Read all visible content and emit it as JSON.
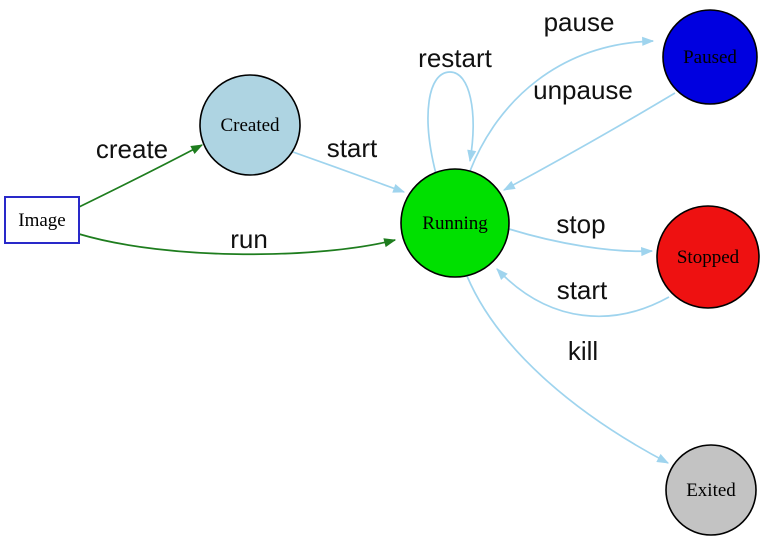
{
  "diagram": {
    "nodes": [
      {
        "id": "image",
        "label": "Image",
        "shape": "box",
        "fill": "#ffffff"
      },
      {
        "id": "created",
        "label": "Created",
        "shape": "circle",
        "fill": "#aed4e2"
      },
      {
        "id": "running",
        "label": "Running",
        "shape": "circle",
        "fill": "#00e000"
      },
      {
        "id": "paused",
        "label": "Paused",
        "shape": "circle",
        "fill": "#0000e0"
      },
      {
        "id": "stopped",
        "label": "Stopped",
        "shape": "circle",
        "fill": "#ee1111"
      },
      {
        "id": "exited",
        "label": "Exited",
        "shape": "circle",
        "fill": "#c3c3c3"
      }
    ],
    "edges": [
      {
        "label": "create",
        "from": "image",
        "to": "created"
      },
      {
        "label": "run",
        "from": "image",
        "to": "running"
      },
      {
        "label": "start",
        "from": "created",
        "to": "running"
      },
      {
        "label": "restart",
        "from": "running",
        "to": "running"
      },
      {
        "label": "pause",
        "from": "running",
        "to": "paused"
      },
      {
        "label": "unpause",
        "from": "paused",
        "to": "running"
      },
      {
        "label": "stop",
        "from": "running",
        "to": "stopped"
      },
      {
        "label": "start",
        "from": "stopped",
        "to": "running"
      },
      {
        "label": "kill",
        "from": "running",
        "to": "exited"
      }
    ],
    "colors": {
      "edge_blue": "#9fd4ee",
      "edge_green": "#1e7d1e",
      "node_border": "#000000",
      "image_border": "#2929c9",
      "label_text": "#111111"
    }
  }
}
